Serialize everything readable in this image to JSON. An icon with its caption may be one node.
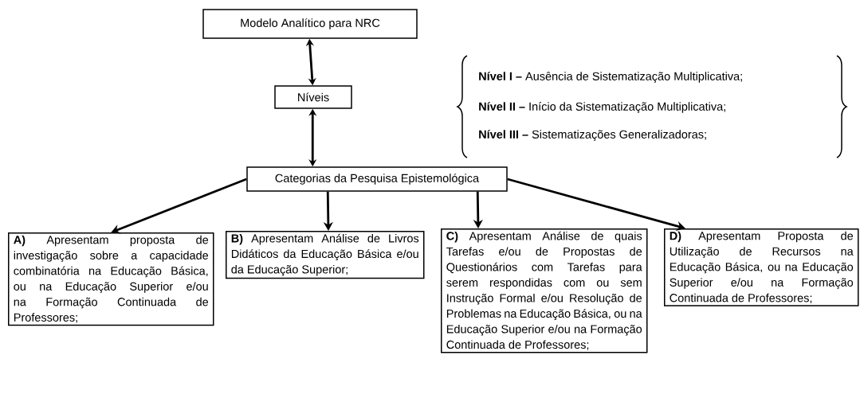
{
  "diagram": {
    "nodes": [
      {
        "text": [
          "Modelo Analítico para NRC"
        ]
      },
      {
        "text": [
          "Níveis"
        ]
      },
      {
        "text": [
          "Categorias da Pesquisa Epistemológica"
        ]
      },
      {
        "text": [
          "**A)** Apresentam proposta de investigação sobre a capacidade combinatória na Educação Básica, ou na Educação Superior e/ou na Formação Continuada de Professores;"
        ]
      },
      {
        "text": [
          "**B)** Apresentam Análise de Livros Didáticos da Educação Básica e/ou da Educação Superior;"
        ]
      },
      {
        "text": [
          "**C)** Apresentam Análise de quais Tarefas e/ou de Propostas de Questionários com Tarefas para serem respondidas com ou sem Instrução Formal e/ou Resolução de Problemas na Educação Básica, ou na Educação Superior e/ou na Formação Continuada de Professores;"
        ]
      },
      {
        "text": [
          "**D)** Apresentam Proposta de Utilização de Recursos na Educação Básica, ou na Educação Superior e/ou na Formação Continuada de Professores;"
        ]
      }
    ],
    "edges": [
      {
        "from": 0,
        "to": 1,
        "arrow": "both"
      },
      {
        "from": 1,
        "to": 2,
        "arrow": "both"
      },
      {
        "from": 2,
        "to": 3,
        "arrow": "to"
      },
      {
        "from": 2,
        "to": 4,
        "arrow": "to"
      },
      {
        "from": 2,
        "to": 5,
        "arrow": "to"
      },
      {
        "from": 2,
        "to": 6,
        "arrow": "to"
      }
    ],
    "labels": [
      "**Nível I –** Ausência de Sistematização Multiplicativa;",
      "**Nível II –** Início da Sistematização Multiplicativa;",
      "**Nível III –** Sistematizações Generalizadoras;"
    ]
  }
}
